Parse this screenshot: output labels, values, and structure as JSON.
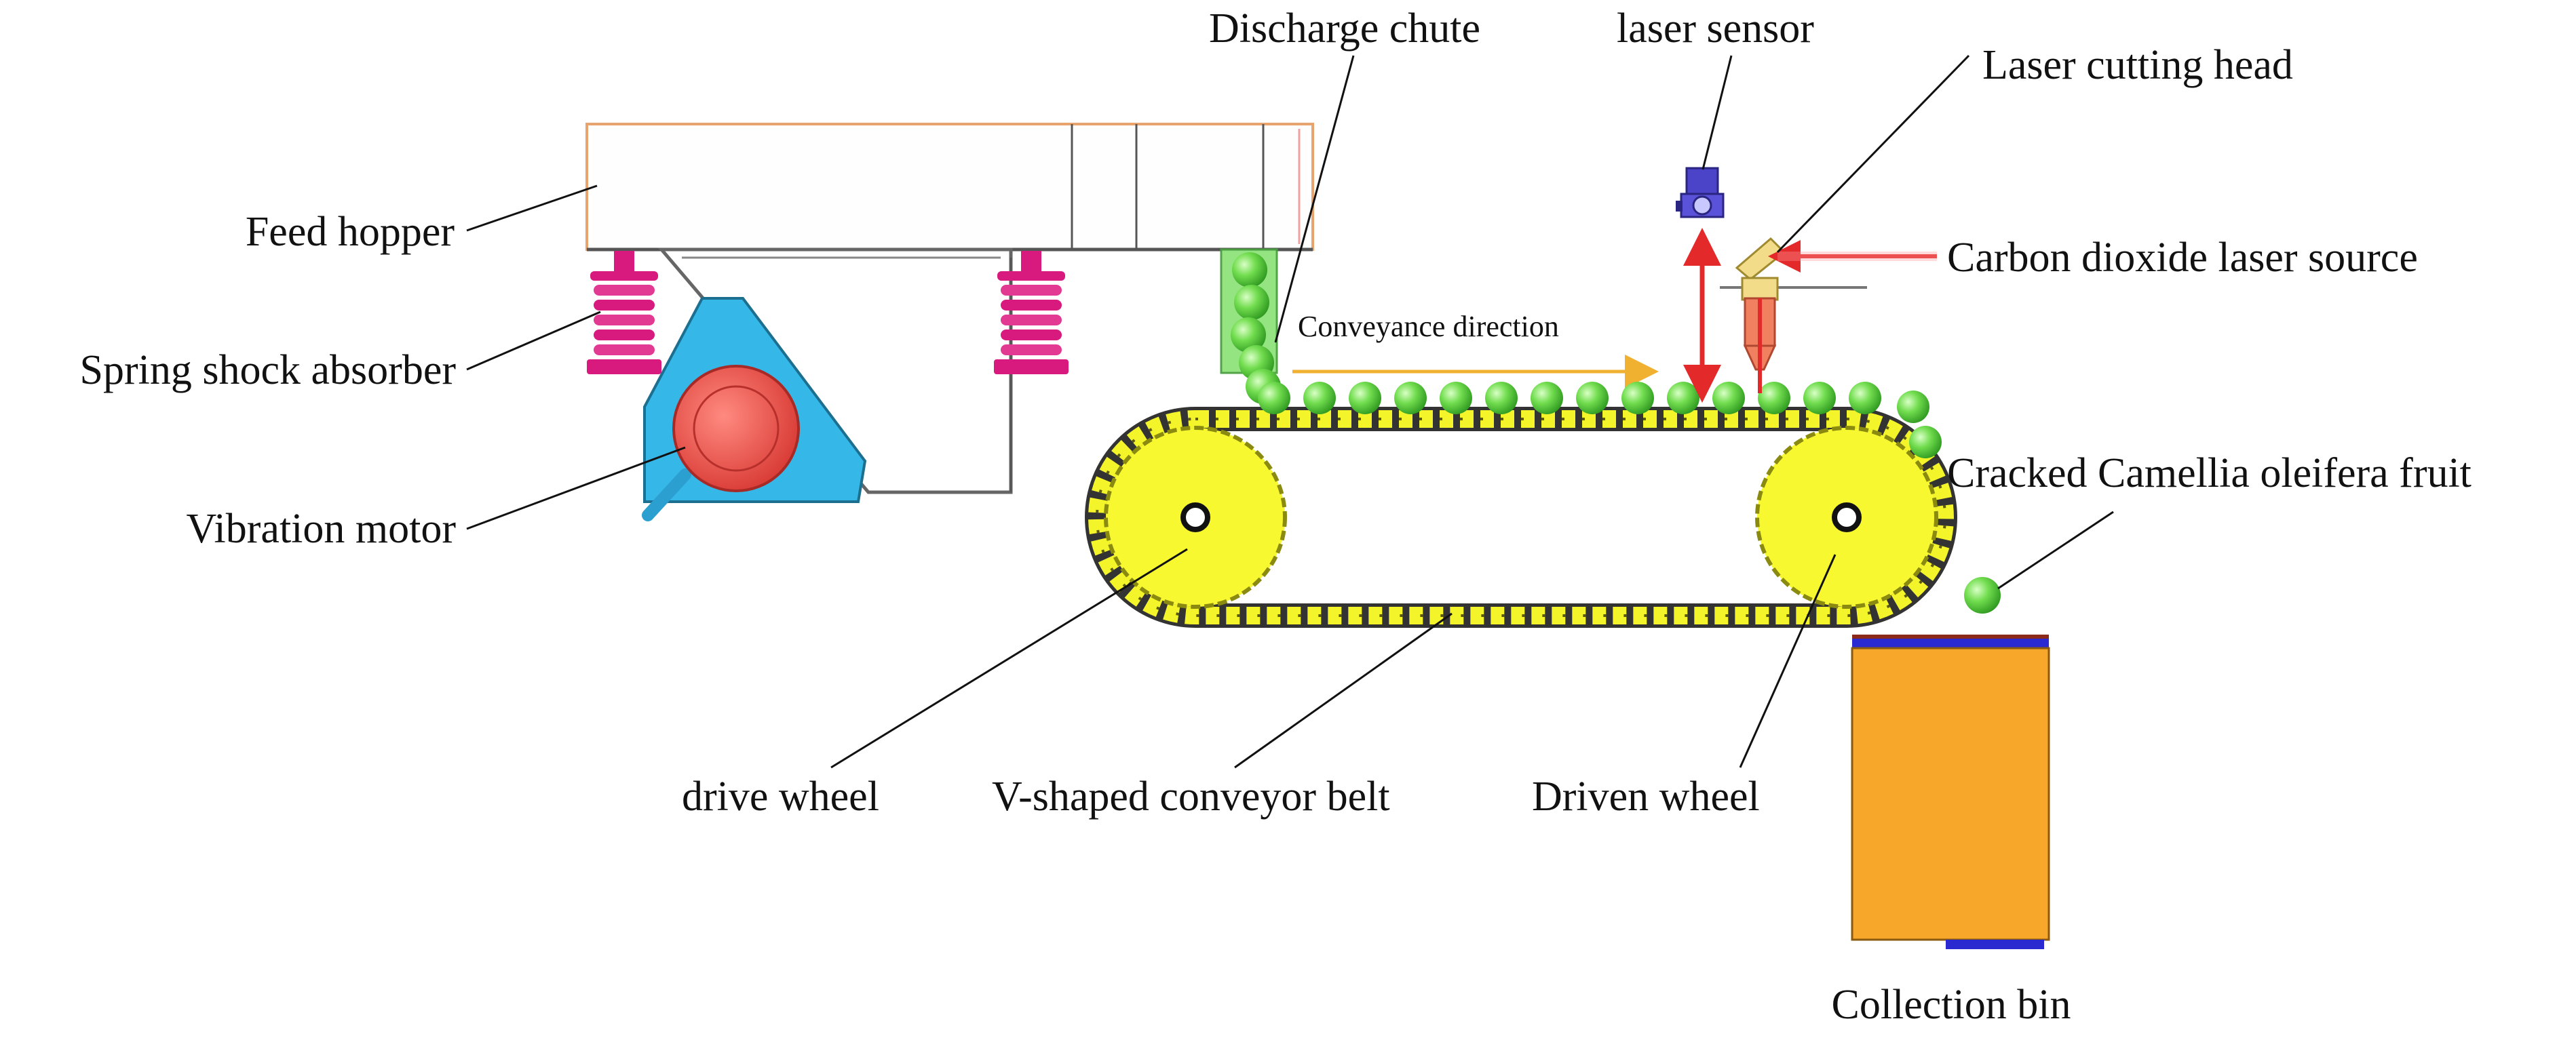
{
  "labels": {
    "feed_hopper": "Feed hopper",
    "spring_shock_absorber": "Spring shock absorber",
    "vibration_motor": "Vibration motor",
    "discharge_chute": "Discharge chute",
    "laser_sensor": "laser sensor",
    "laser_cutting_head": "Laser cutting head",
    "co2_laser_source": "Carbon dioxide laser source",
    "conveyance_direction": "Conveyance direction",
    "cracked_fruit": "Cracked Camellia oleifera fruit",
    "drive_wheel": "drive wheel",
    "conveyor_belt": "V-shaped conveyor belt",
    "driven_wheel": "Driven wheel",
    "collection_bin": "Collection bin"
  },
  "colors": {
    "hopper_fill": "#fefefe",
    "hopper_edge": "#e8a46c",
    "spring": "#d8197e",
    "motor_mount": "#35b7e8",
    "motor": "#ef4b43",
    "chute": "#8fe37c",
    "fruit": "#6ed84b",
    "belt_link": "#f4f42a",
    "wheel": "#f8f830",
    "sensor": "#4b44c8",
    "laser_beam": "#e32929",
    "cutting_head": "#f2dc8a",
    "nozzle": "#f08060",
    "direction_arrow": "#f0b030",
    "bin": "#f7a82a",
    "bin_trim": "#2a2ad0"
  }
}
